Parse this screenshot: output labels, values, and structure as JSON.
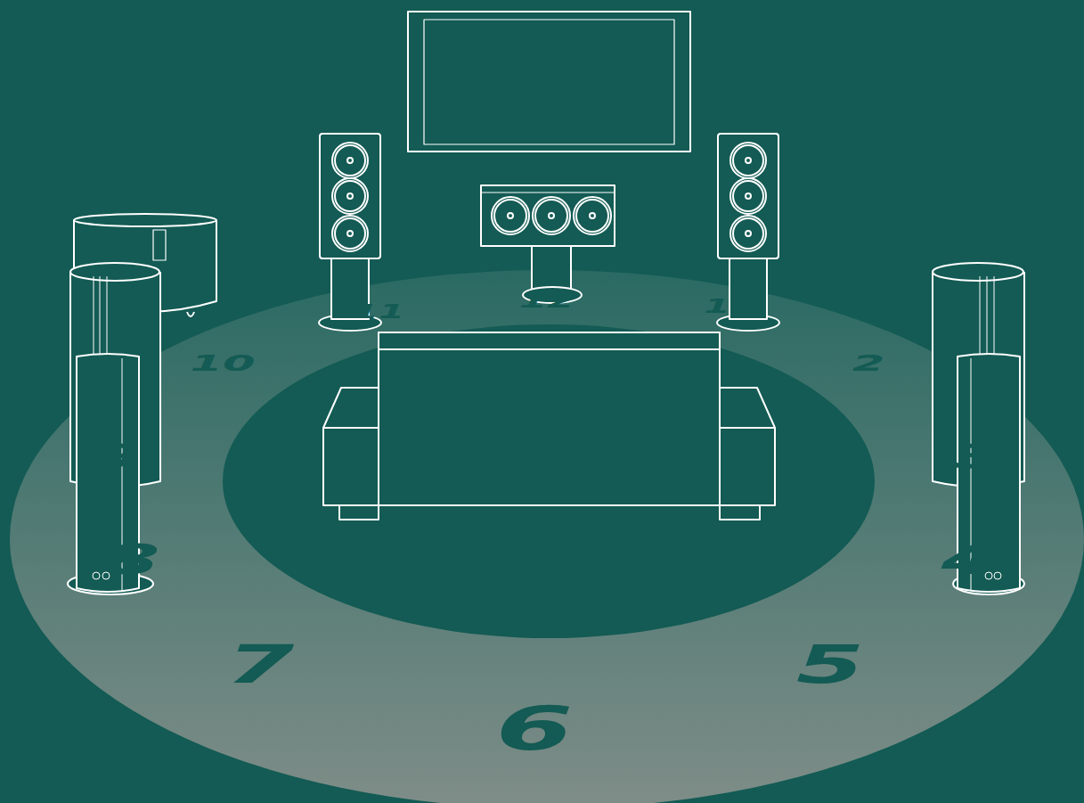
{
  "diagram": {
    "labels": [
      "11",
      "12",
      "1",
      "10",
      "2",
      "9",
      "3",
      "8",
      "4",
      "7",
      "6",
      "5"
    ]
  }
}
